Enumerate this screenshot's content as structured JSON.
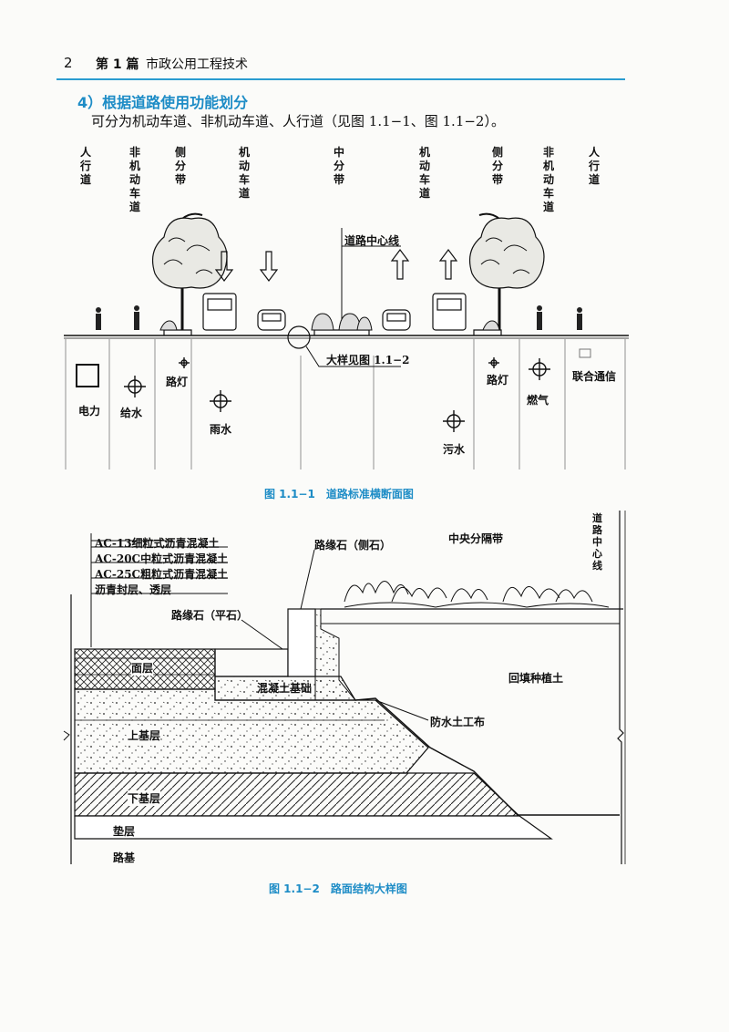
{
  "header": {
    "page_number": "2",
    "chapter": "第 1 篇",
    "book_title": "市政公用工程技术"
  },
  "section": {
    "heading": "4）根据道路使用功能划分",
    "intro": "可分为机动车道、非机动车道、人行道（见图 1.1−1、图 1.1−2）。"
  },
  "figure1": {
    "top_labels": [
      "人行道",
      "非机动车道",
      "侧分带",
      "机动车道",
      "中分带",
      "机动车道",
      "侧分带",
      "非机动车道",
      "人行道"
    ],
    "centerline_label": "道路中心线",
    "detail_label": "大样见图 1.1−2",
    "utilities": [
      "电力",
      "给水",
      "路灯",
      "雨水",
      "污水",
      "路灯",
      "燃气",
      "联合通信"
    ],
    "caption": "图 1.1−1　道路标准横断面图"
  },
  "figure2": {
    "layer_names": [
      "AC-13细粒式沥青混凝土",
      "AC-20C中粒式沥青混凝土",
      "AC-25C粗粒式沥青混凝土",
      "沥青封层、透层"
    ],
    "labels": {
      "curb_side": "路缘石（侧石）",
      "median": "中央分隔带",
      "centerline": "道路中心线",
      "curb_flat": "路缘石（平石）",
      "surface": "面层",
      "concrete_base": "混凝土基础",
      "backfill": "回填种植土",
      "upper_base": "上基层",
      "geotextile": "防水土工布",
      "lower_base": "下基层",
      "cushion": "垫层",
      "subgrade": "路基"
    },
    "caption": "图 1.1−2　路面结构大样图"
  }
}
